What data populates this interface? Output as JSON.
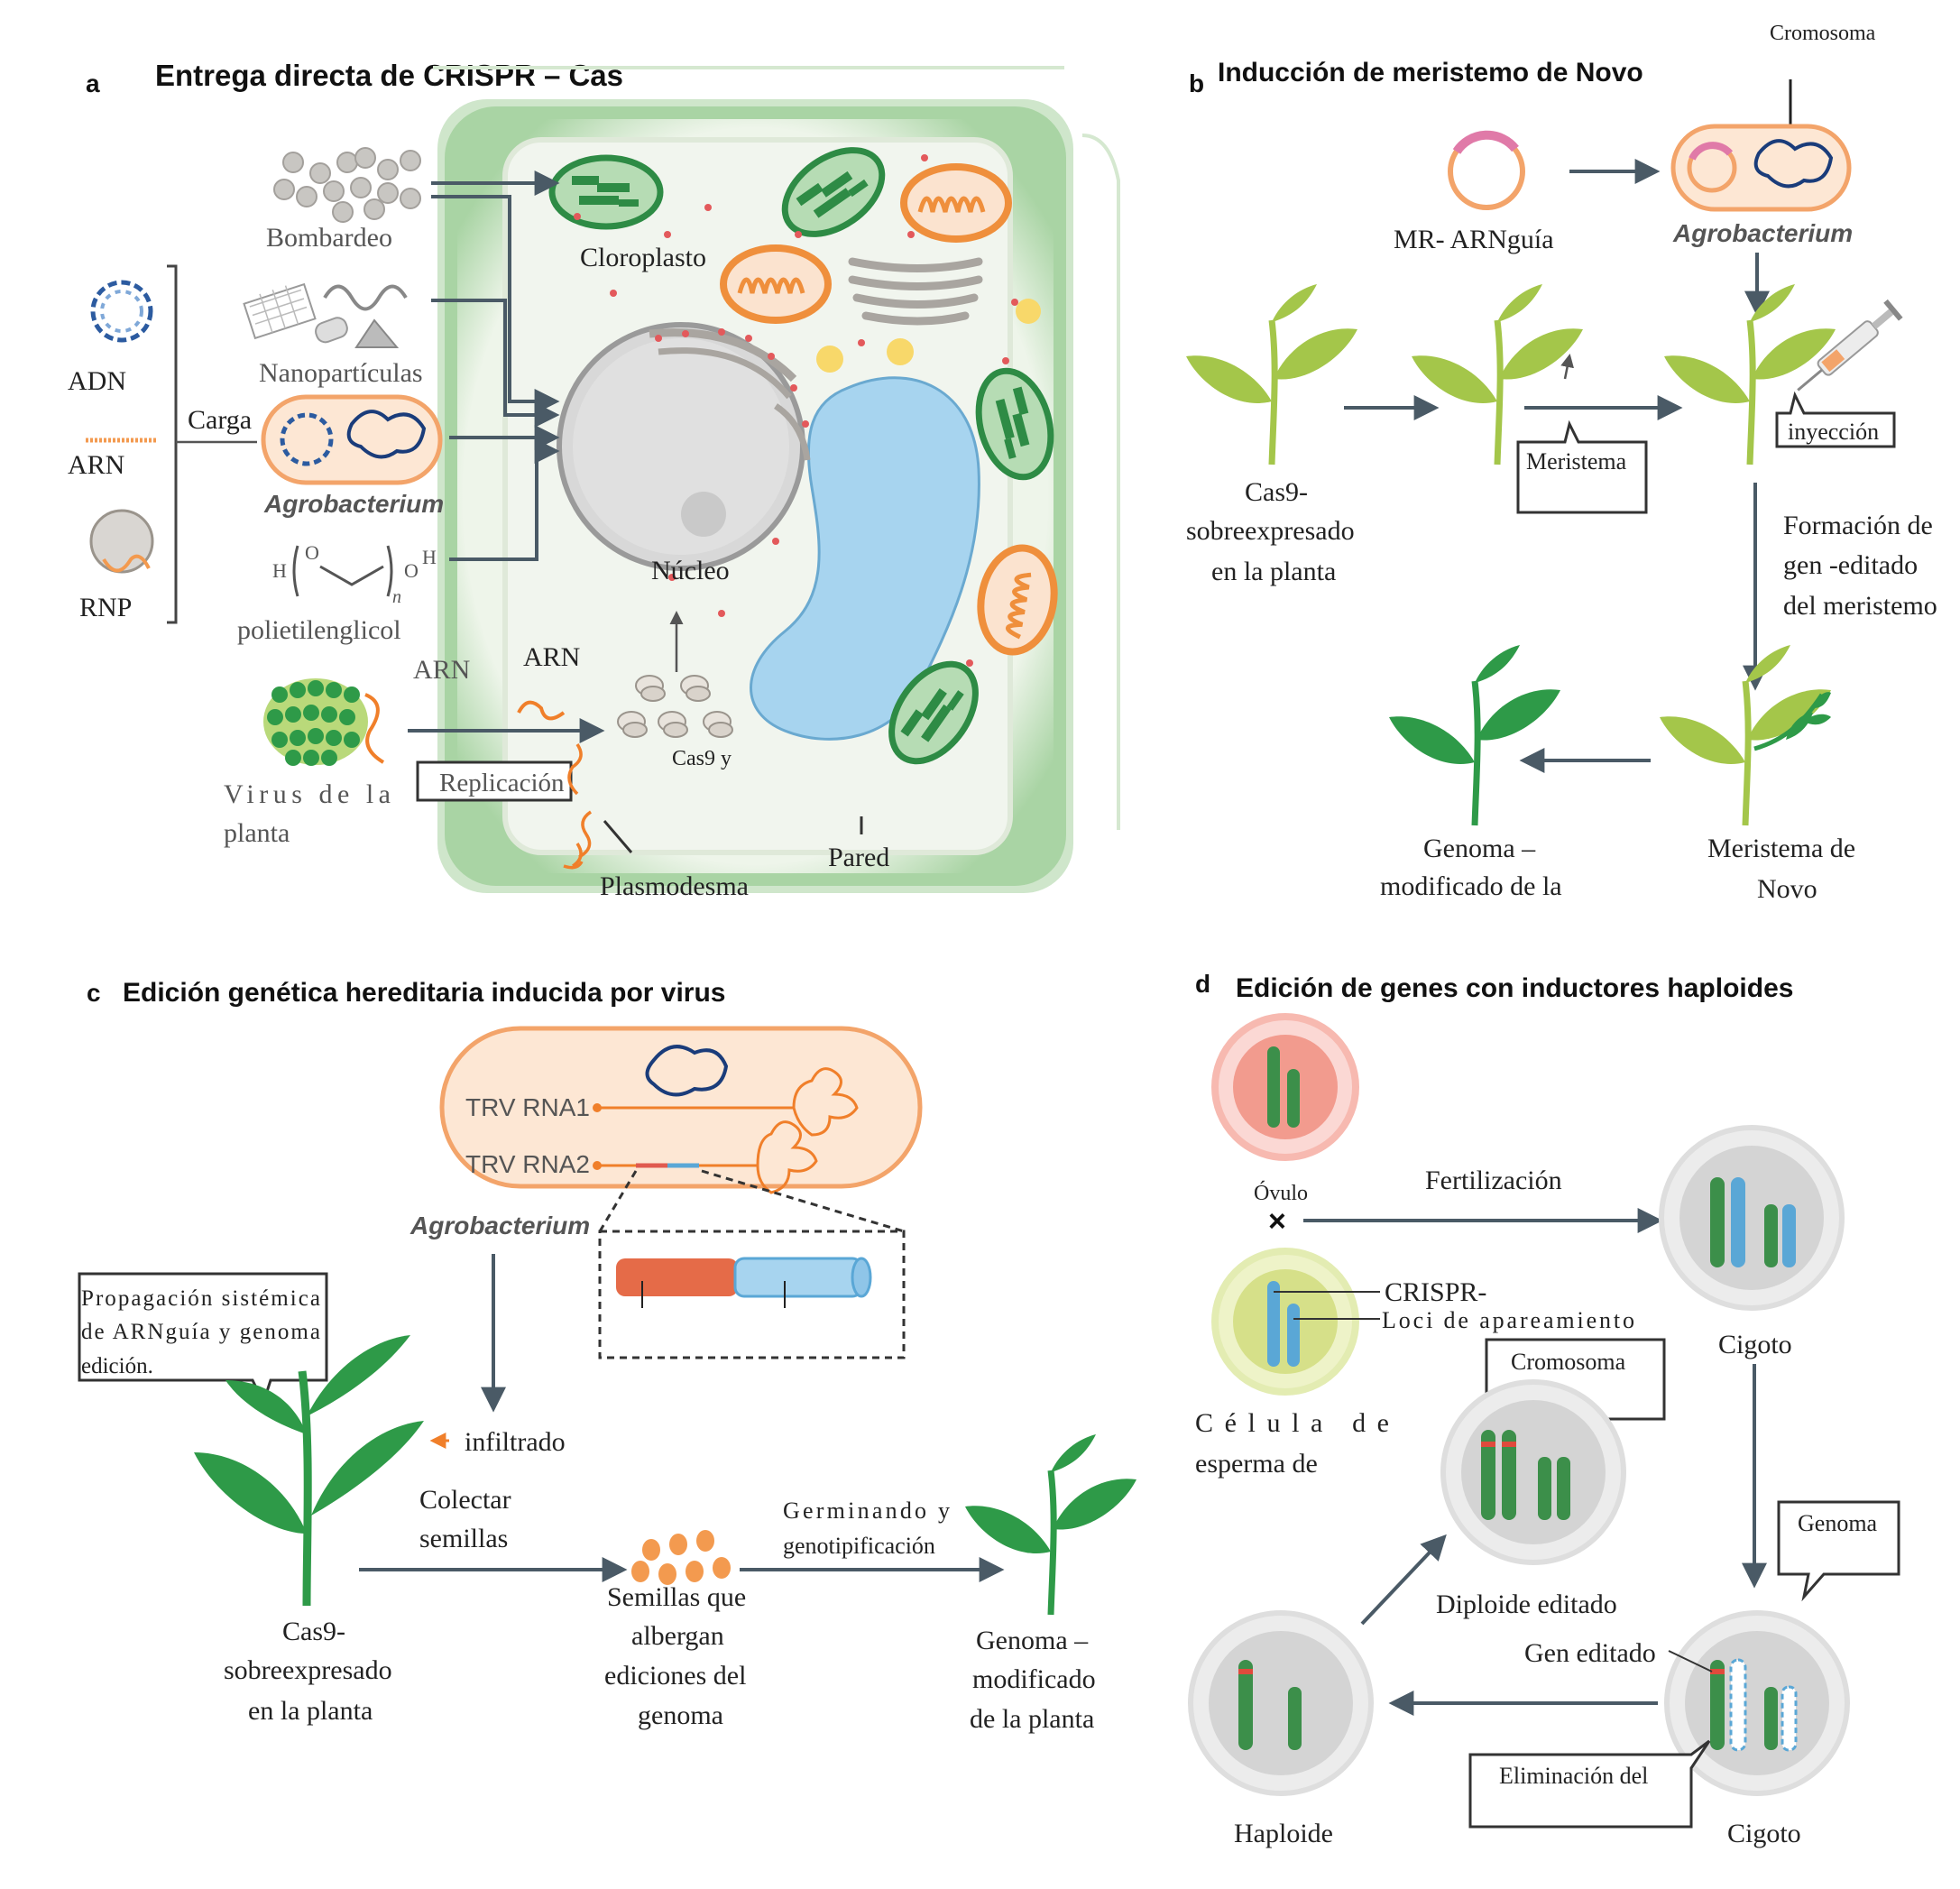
{
  "panels": {
    "a": {
      "letter": "a",
      "title": "Entrega directa de CRISPR – Cas",
      "cargo": {
        "label": "Carga",
        "items": [
          "ADN",
          "ARN",
          "RNP"
        ]
      },
      "methods": [
        "Bombardeo",
        "Nanopartículas",
        "Agrobacterium",
        "polietilenglicol"
      ],
      "peg_formula": {
        "h1": "H",
        "o1": "O",
        "n": "n",
        "o2": "O",
        "h2": "H"
      },
      "virus": {
        "label_line1": "Virus de la",
        "label_line2": "planta",
        "arn_label": "ARN"
      },
      "cell": {
        "chloroplast": "Cloroplasto",
        "nucleus": "Núcleo",
        "arn": "ARN",
        "cas9": "Cas9 y",
        "replication": "Replicación",
        "plasmodesma": "Plasmodesma",
        "wall": "Pared"
      }
    },
    "b": {
      "letter": "b",
      "title": "Inducción de meristemo de Novo",
      "chromosome": "Cromosoma",
      "plasmid": "MR- ARNguía",
      "agrobacterium": "Agrobacterium",
      "plant_label": [
        "Cas9-",
        "sobreexpresado",
        "en la planta"
      ],
      "meristem_callout": "Meristema",
      "injection_callout": "inyección",
      "formation": [
        "Formación de",
        "gen -editado",
        "del meristemo"
      ],
      "novo_label": [
        "Meristema de",
        "Novo"
      ],
      "result_label": [
        "Genoma –",
        "modificado de la"
      ]
    },
    "c": {
      "letter": "c",
      "title": "Edición genética hereditaria inducida por virus",
      "rna1": "TRV RNA1",
      "rna2": "TRV RNA2",
      "agrobacterium": "Agrobacterium",
      "callout": [
        "Propagación sistémica",
        "de ARNguía y genoma",
        "edición."
      ],
      "infiltrated": "infiltrado",
      "collect": [
        "Colectar",
        "semillas"
      ],
      "plant_label": [
        "Cas9-",
        "sobreexpresado",
        "en la planta"
      ],
      "seeds_label": [
        "Semillas que",
        "albergan",
        "ediciones del",
        "genoma"
      ],
      "germinating": [
        "Germinando y",
        "genotipificación"
      ],
      "result_label": [
        "Genoma –",
        "modificado",
        "de la planta"
      ]
    },
    "d": {
      "letter": "d",
      "title": "Edición de genes con inductores haploides",
      "ovule": "Óvulo",
      "fertilization": "Fertilización",
      "cross": "×",
      "crispr": "CRISPR-",
      "loci": "Loci de apareamiento",
      "sperm": [
        "Célula de",
        "esperma de"
      ],
      "zygote_top": "Cigoto",
      "chromosome_callout": "Cromosoma",
      "genome_callout": "Genoma",
      "diploid": "Diploide editado",
      "edited_gene": "Gen editado",
      "elimination": "Eliminación del",
      "haploid": "Haploide",
      "zygote_bottom": "Cigoto"
    }
  },
  "colors": {
    "cell_green": "#a9d4a4",
    "leaf_green": "#2e9a48",
    "seedling_green": "#a4c64a",
    "orange": "#f39a4f",
    "cream": "#fde7d4",
    "chromosome_green": "#3c8f4a",
    "chromosome_blue": "#5aa7d6",
    "vacuole_blue": "#a7d4ef"
  }
}
